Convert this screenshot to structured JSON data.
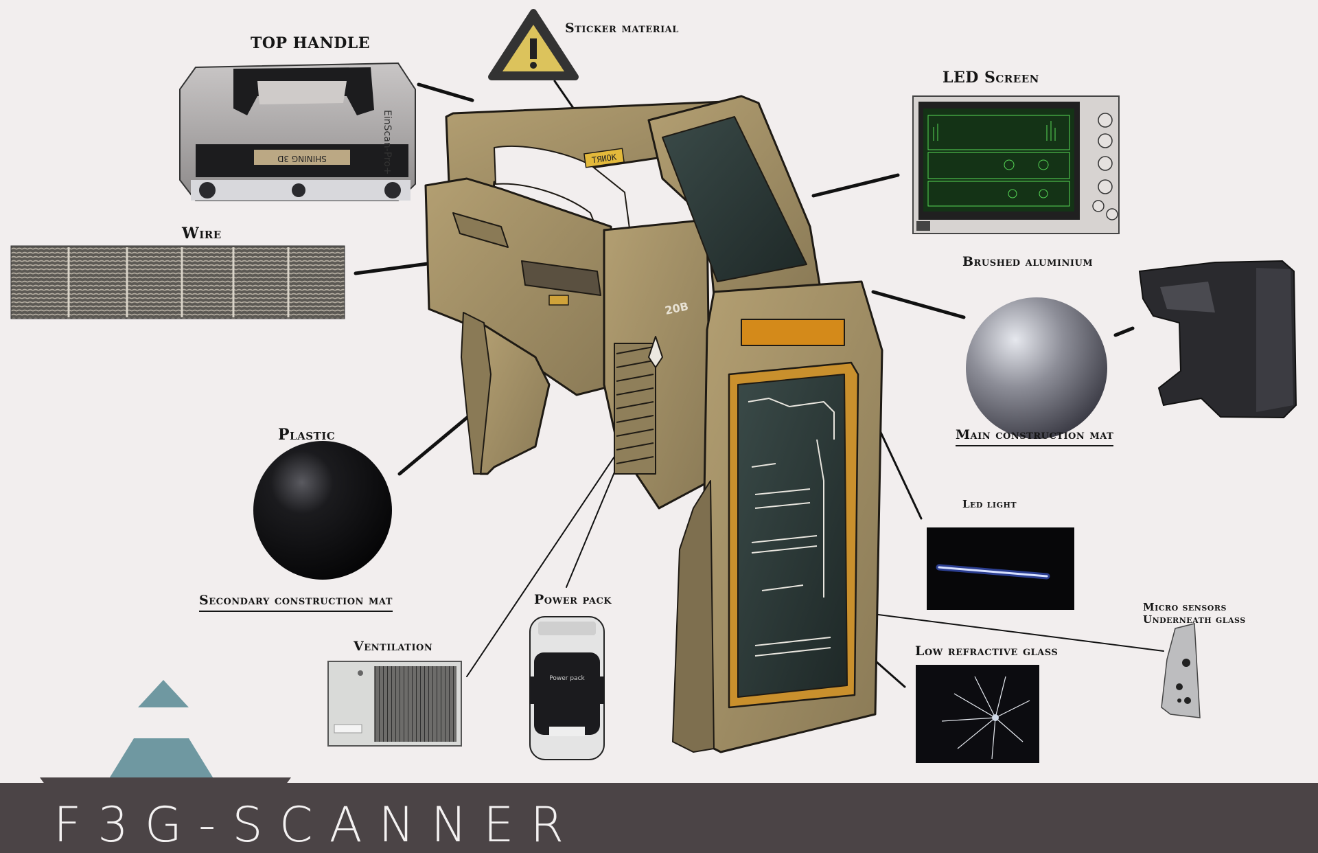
{
  "title": "F3G-SCANNER",
  "labels": {
    "top_handle": "TOP HANDLE",
    "sticker": "Sticker material",
    "led_screen": "LED Screen",
    "wire": "Wire",
    "brushed_aluminium": "Brushed aluminium",
    "main_construction": "Main construction mat",
    "plastic": "Plastic",
    "secondary_construction": "Secondary construction mat",
    "led_light": "Led light",
    "power_pack": "Power pack",
    "ventilation": "Ventilation",
    "low_refractive_glass": "Low refractive glass",
    "micro_sensors_line1": "Micro sensors",
    "micro_sensors_line2": "Underneath glass"
  },
  "device_text": {
    "handle_brand": "EinScan-Pro+",
    "handle_logo": "SHINING 3D",
    "sticker_text": "TЯИOK",
    "side_number": "20B",
    "power_pack_label": "Power pack"
  },
  "colors": {
    "body": "#a89468",
    "body_shadow": "#7e6f4f",
    "accent_orange": "#d48a1a",
    "glass": "#2b3a38",
    "logo": "#6f98a1",
    "title_bar": "#4b4446"
  }
}
